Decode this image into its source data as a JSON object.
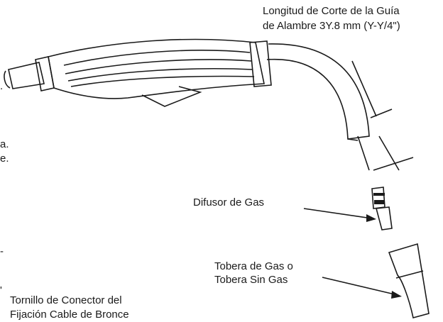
{
  "labels": {
    "wire_cut_length": [
      "Longitud de Corte de la Guía",
      "de Alambre 3Y.8 mm (Y-Y/4\")"
    ],
    "gas_diffuser": "Difusor de Gas",
    "nozzle": [
      "Tobera de Gas o",
      "Tobera Sin Gas"
    ],
    "screw": [
      "Tornillo de Conector del",
      "Fijación Cable de Bronce"
    ],
    "left_fragments": [
      ".",
      "a.",
      "e.",
      "-",
      "'"
    ]
  },
  "colors": {
    "line": "#1a1a1a",
    "background": "#ffffff"
  }
}
